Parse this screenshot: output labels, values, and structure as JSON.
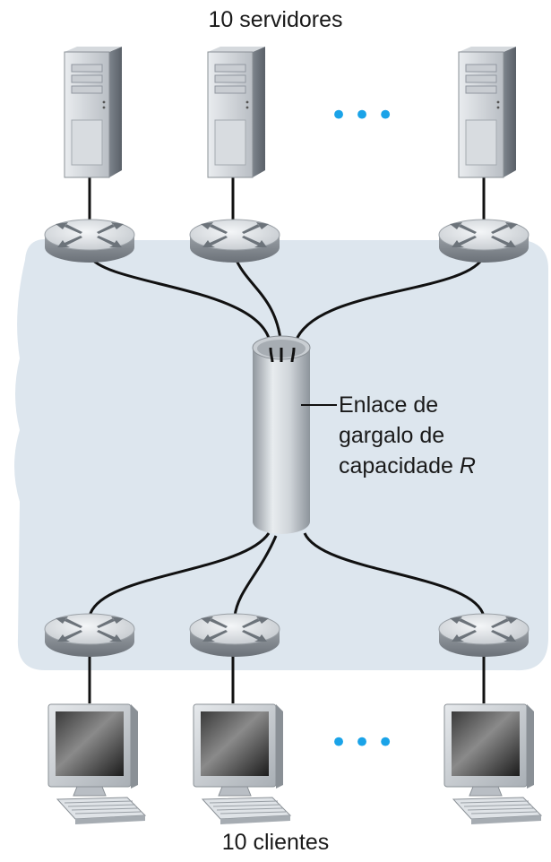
{
  "labels": {
    "servers": "10 servidores",
    "clients": "10 clientes",
    "bottleneck_line1": "Enlace de",
    "bottleneck_line2": "gargalo de",
    "bottleneck_line3_prefix": "capacidade ",
    "bottleneck_line3_var": "R"
  },
  "ellipsis": "•••",
  "icons": {
    "server": "server-tower-icon",
    "router": "router-icon",
    "client": "desktop-computer-icon",
    "link": "bottleneck-link-cylinder"
  },
  "colors": {
    "cloud": "#dde6ee",
    "dots": "#1aa3e8",
    "line": "#111111"
  }
}
